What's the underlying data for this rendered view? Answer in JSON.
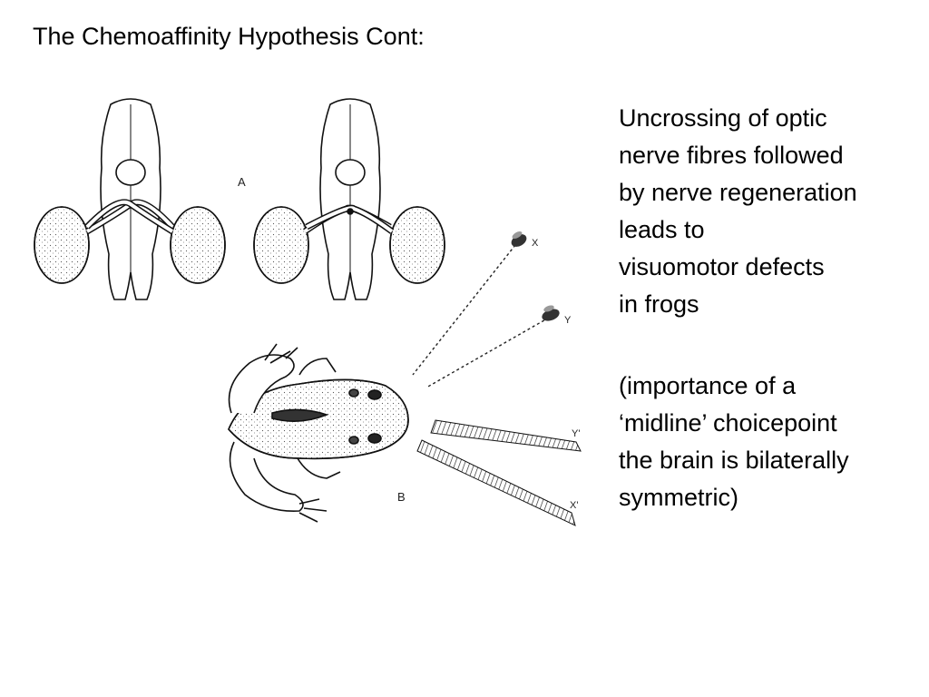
{
  "slide": {
    "title": "The Chemoaffinity Hypothesis Cont:",
    "paragraph1": [
      "Uncrossing of optic",
      "nerve fibres followed",
      "by nerve regeneration",
      "leads to",
      "visuomotor defects",
      "in frogs"
    ],
    "paragraph2": [
      "(importance of a",
      "‘midline’ choicepoint",
      "the brain is bilaterally",
      "symmetric)"
    ]
  },
  "figure": {
    "panel_a_label": "A",
    "panel_b_label": "B",
    "fly_x_label": "X",
    "fly_y_label": "Y",
    "image_y_label": "Y'",
    "image_x_label": "X'"
  }
}
